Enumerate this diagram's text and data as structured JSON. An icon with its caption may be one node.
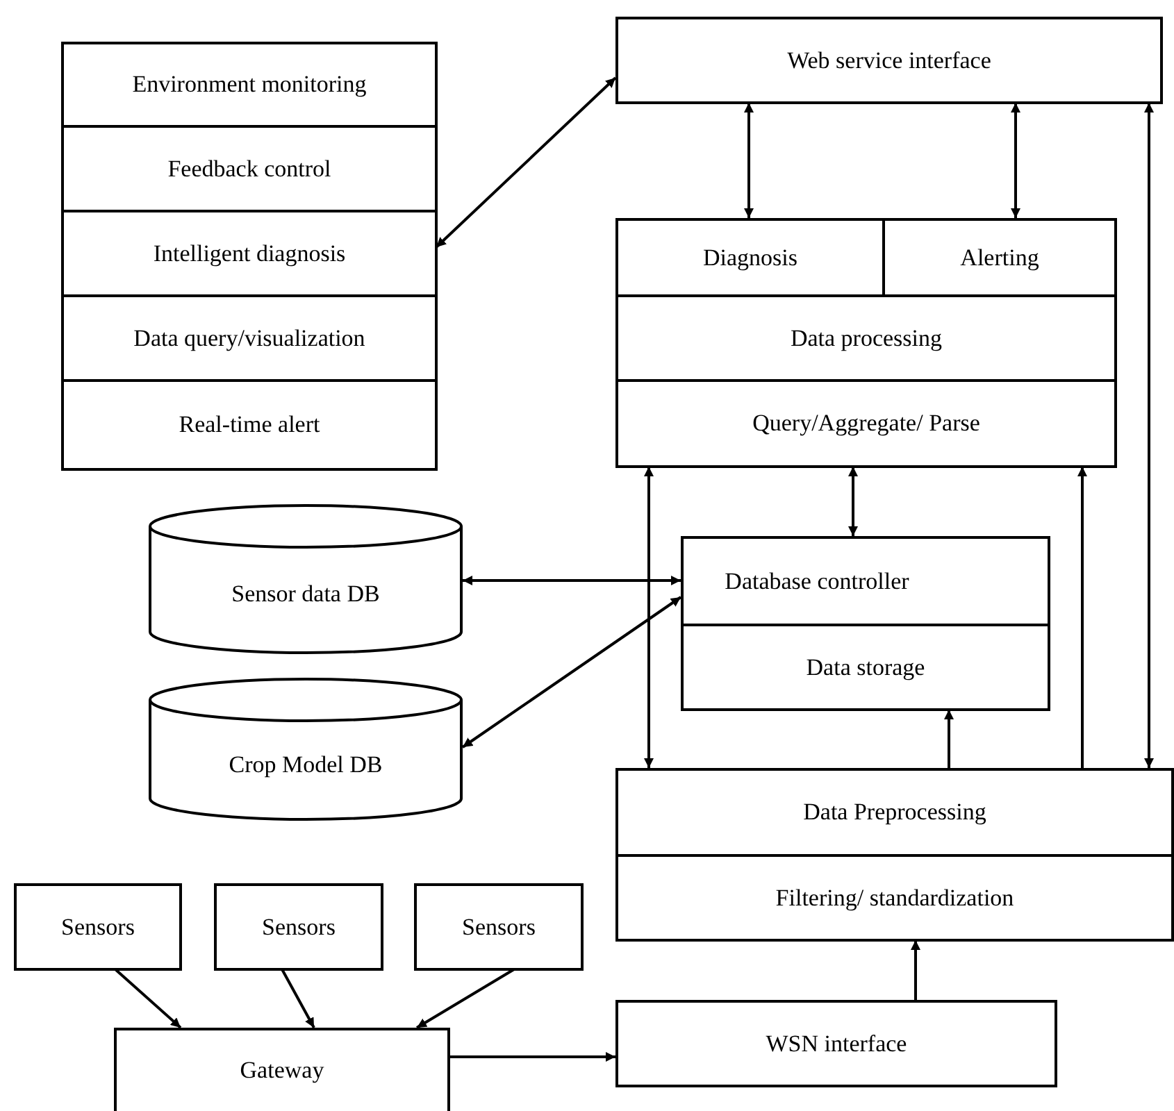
{
  "diagram": {
    "nodes": [
      {
        "text": [
          "Environment monitoring"
        ]
      },
      {
        "text": [
          "Feedback control"
        ]
      },
      {
        "text": [
          "Intelligent diagnosis"
        ]
      },
      {
        "text": [
          "Data query/visualization"
        ]
      },
      {
        "text": [
          "Real-time alert"
        ]
      },
      {
        "text": [
          "Web service interface"
        ]
      },
      {
        "text": [
          "Diagnosis"
        ]
      },
      {
        "text": [
          "Alerting"
        ]
      },
      {
        "text": [
          "Data processing"
        ]
      },
      {
        "text": [
          "Query/Aggregate/ Parse"
        ]
      },
      {
        "text": [
          "Sensor data DB"
        ]
      },
      {
        "text": [
          "Crop Model DB"
        ]
      },
      {
        "text": [
          "Database controller"
        ]
      },
      {
        "text": [
          "Data storage"
        ]
      },
      {
        "text": [
          "Data Preprocessing"
        ]
      },
      {
        "text": [
          "Filtering/ standardization"
        ]
      },
      {
        "text": [
          "Sensors"
        ]
      },
      {
        "text": [
          "Sensors"
        ]
      },
      {
        "text": [
          "Sensors"
        ]
      },
      {
        "text": [
          "Gateway"
        ]
      },
      {
        "text": [
          "WSN interface"
        ]
      }
    ],
    "edges": [
      {
        "from": 2,
        "to": 5,
        "arrow": "both"
      },
      {
        "from": 5,
        "to": 6,
        "arrow": "both"
      },
      {
        "from": 5,
        "to": 7,
        "arrow": "both"
      },
      {
        "from": 14,
        "to": 5,
        "arrow": "both"
      },
      {
        "from": 14,
        "to": 9,
        "arrow": "to"
      },
      {
        "from": 9,
        "to": 14,
        "arrow": "both"
      },
      {
        "from": 9,
        "to": 12,
        "arrow": "both"
      },
      {
        "from": 10,
        "to": 12,
        "arrow": "both"
      },
      {
        "from": 11,
        "to": 12,
        "arrow": "both"
      },
      {
        "from": 14,
        "to": 13,
        "arrow": "to"
      },
      {
        "from": 20,
        "to": 15,
        "arrow": "to"
      },
      {
        "from": 16,
        "to": 19,
        "arrow": "to"
      },
      {
        "from": 17,
        "to": 19,
        "arrow": "to"
      },
      {
        "from": 18,
        "to": 19,
        "arrow": "to"
      },
      {
        "from": 19,
        "to": 20,
        "arrow": "to"
      }
    ]
  }
}
